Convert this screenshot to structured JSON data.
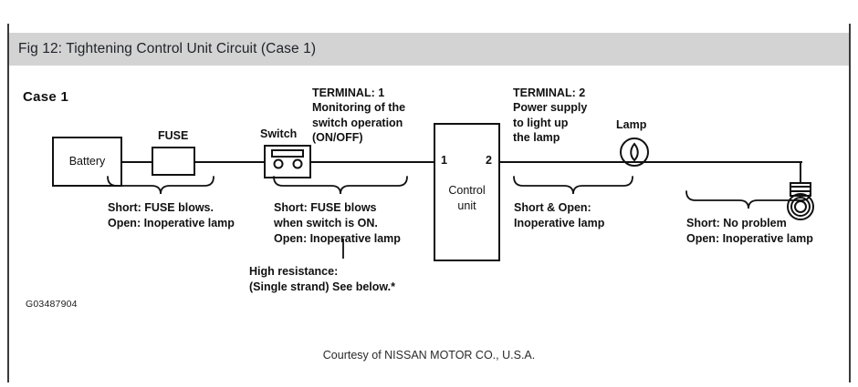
{
  "header": {
    "title": "Fig 12: Tightening Control Unit Circuit (Case 1)",
    "background_color": "#d3d3d3"
  },
  "figure": {
    "case_title": "Case 1",
    "figure_code": "G03487904",
    "courtesy": "Courtesy of NISSAN MOTOR CO., U.S.A."
  },
  "components": {
    "battery": "Battery",
    "fuse": "FUSE",
    "switch": "Switch",
    "control_unit_line1": "Control",
    "control_unit_line2": "unit",
    "control_unit_terminal_1": "1",
    "control_unit_terminal_2": "2",
    "lamp": "Lamp"
  },
  "terminal_1": {
    "line1": "TERMINAL: 1",
    "line2": "Monitoring of the",
    "line3": "switch operation",
    "line4": "(ON/OFF)"
  },
  "terminal_2": {
    "line1": "TERMINAL: 2",
    "line2": "Power supply",
    "line3": "to light up",
    "line4": "the lamp"
  },
  "notes": {
    "battery_fuse": {
      "line1": "Short: FUSE blows.",
      "line2": "Open: Inoperative lamp"
    },
    "fuse_switch": {
      "line1": "Short: FUSE blows",
      "line2": "when switch is ON.",
      "line3": "Open: Inoperative lamp"
    },
    "high_resistance": {
      "line1": "High resistance:",
      "line2": "(Single strand) See below.*"
    },
    "terminal2_wire": {
      "line1": "Short & Open:",
      "line2": "Inoperative lamp"
    },
    "ground_wire": {
      "line1": "Short: No problem",
      "line2": "Open: Inoperative lamp"
    }
  },
  "colors": {
    "line": "#111111",
    "page_rule": "#3a3a3a",
    "text": "#111111"
  }
}
